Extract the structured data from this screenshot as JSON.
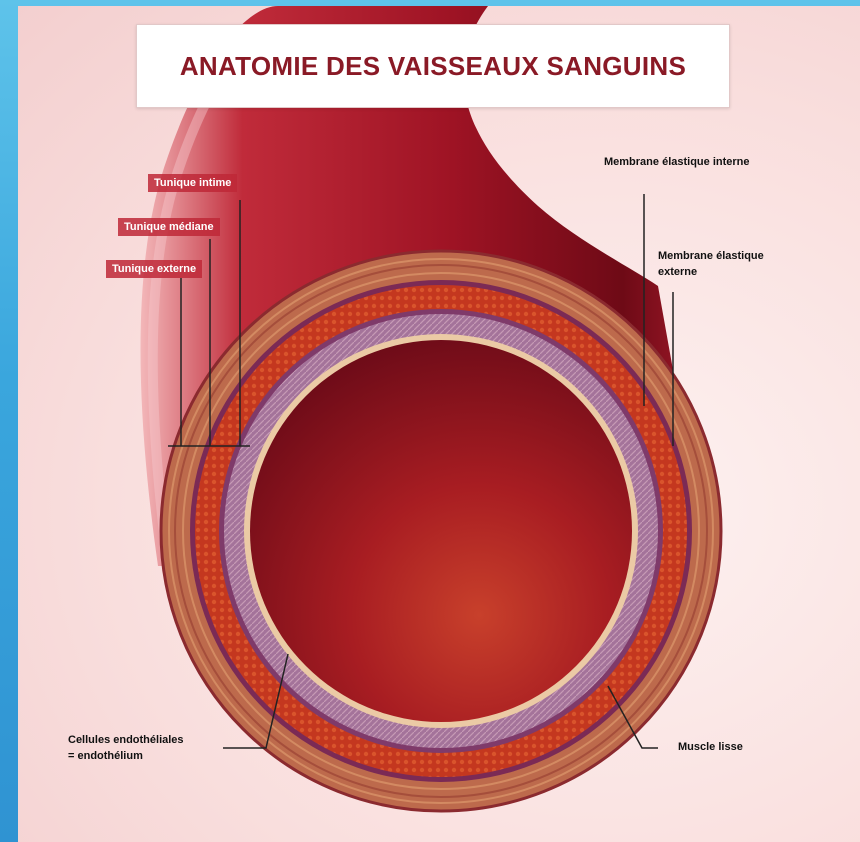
{
  "title": "ANATOMIE DES VAISSEAUX SANGUINS",
  "labels": {
    "tunique_intime": "Tunique intime",
    "tunique_mediane": "Tunique médiane",
    "tunique_externe": "Tunique externe",
    "membrane_interne": "Membrane élastique interne",
    "membrane_externe_line1": "Membrane élastique",
    "membrane_externe_line2": "externe",
    "cellules_line1": "Cellules endothéliales",
    "cellules_line2": "= endothélium",
    "muscle_lisse": "Muscle lisse"
  },
  "colors": {
    "lumen": "#9b1424",
    "vessel_dark": "#7e0f1c",
    "adventitia": "#b9664a",
    "media_muscle": "#c23a22",
    "intima_purple": "#9d6a8c",
    "endothelium": "#e9c7a1"
  }
}
